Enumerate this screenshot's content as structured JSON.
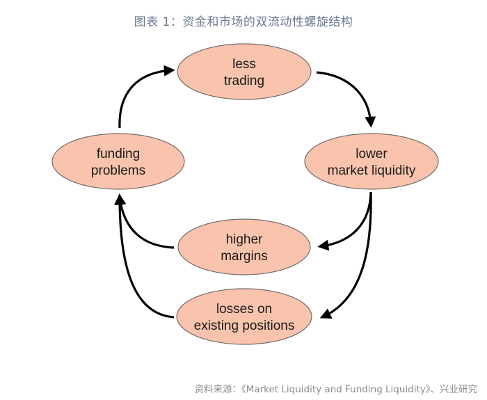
{
  "title": "图表 1：资金和市场的双流动性螺旋结构",
  "source": "资料来源：《Market Liquidity and Funding Liquidity》、兴业研究",
  "colors": {
    "node_fill": "#f9c3ad",
    "node_stroke": "#6e6a68",
    "arrow": "#000000",
    "title_text": "#6b7a8f",
    "source_text": "#8c8c8c"
  },
  "nodes": [
    {
      "id": "less-trading",
      "lines": [
        "less",
        "trading"
      ]
    },
    {
      "id": "lower-market-liquidity",
      "lines": [
        "lower",
        "market liquidity"
      ]
    },
    {
      "id": "higher-margins",
      "lines": [
        "higher",
        "margins"
      ]
    },
    {
      "id": "losses-on-existing-positions",
      "lines": [
        "losses on",
        "existing positions"
      ]
    },
    {
      "id": "funding-problems",
      "lines": [
        "funding",
        "problems"
      ]
    }
  ],
  "edges": [
    {
      "from": "funding-problems",
      "to": "less-trading"
    },
    {
      "from": "less-trading",
      "to": "lower-market-liquidity"
    },
    {
      "from": "lower-market-liquidity",
      "to": "higher-margins"
    },
    {
      "from": "lower-market-liquidity",
      "to": "losses-on-existing-positions"
    },
    {
      "from": "higher-margins",
      "to": "funding-problems"
    },
    {
      "from": "losses-on-existing-positions",
      "to": "funding-problems"
    }
  ]
}
